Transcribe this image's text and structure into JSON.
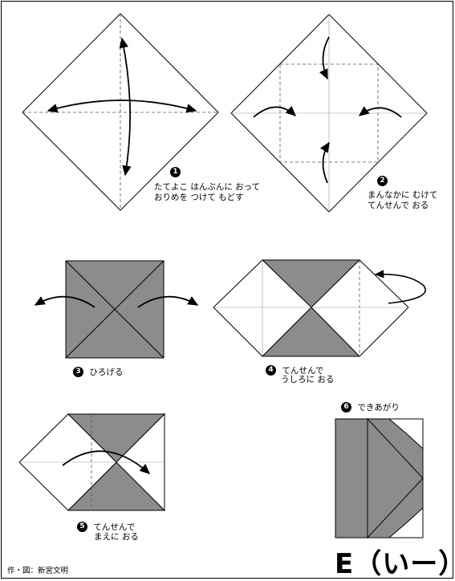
{
  "colors": {
    "paper_gray": "#8c8c8c",
    "line": "#000000",
    "crease": "#555555"
  },
  "steps": [
    {
      "num": "1",
      "text_line1": "たてよこ はんぶんに おって",
      "text_line2": "おりめを つけて もどす"
    },
    {
      "num": "2",
      "text_line1": "まんなかに むけて",
      "text_line2": "てんせんで おる"
    },
    {
      "num": "3",
      "text_line1": "ひろげる"
    },
    {
      "num": "4",
      "text_line1": "てんせんで",
      "text_line2": "うしろに おる"
    },
    {
      "num": "5",
      "text_line1": "てんせんで",
      "text_line2": "まえに おる"
    },
    {
      "num": "6",
      "text_line1": "できあがり"
    }
  ],
  "title": "E（いー）",
  "credit": "作・図：新宮文明"
}
